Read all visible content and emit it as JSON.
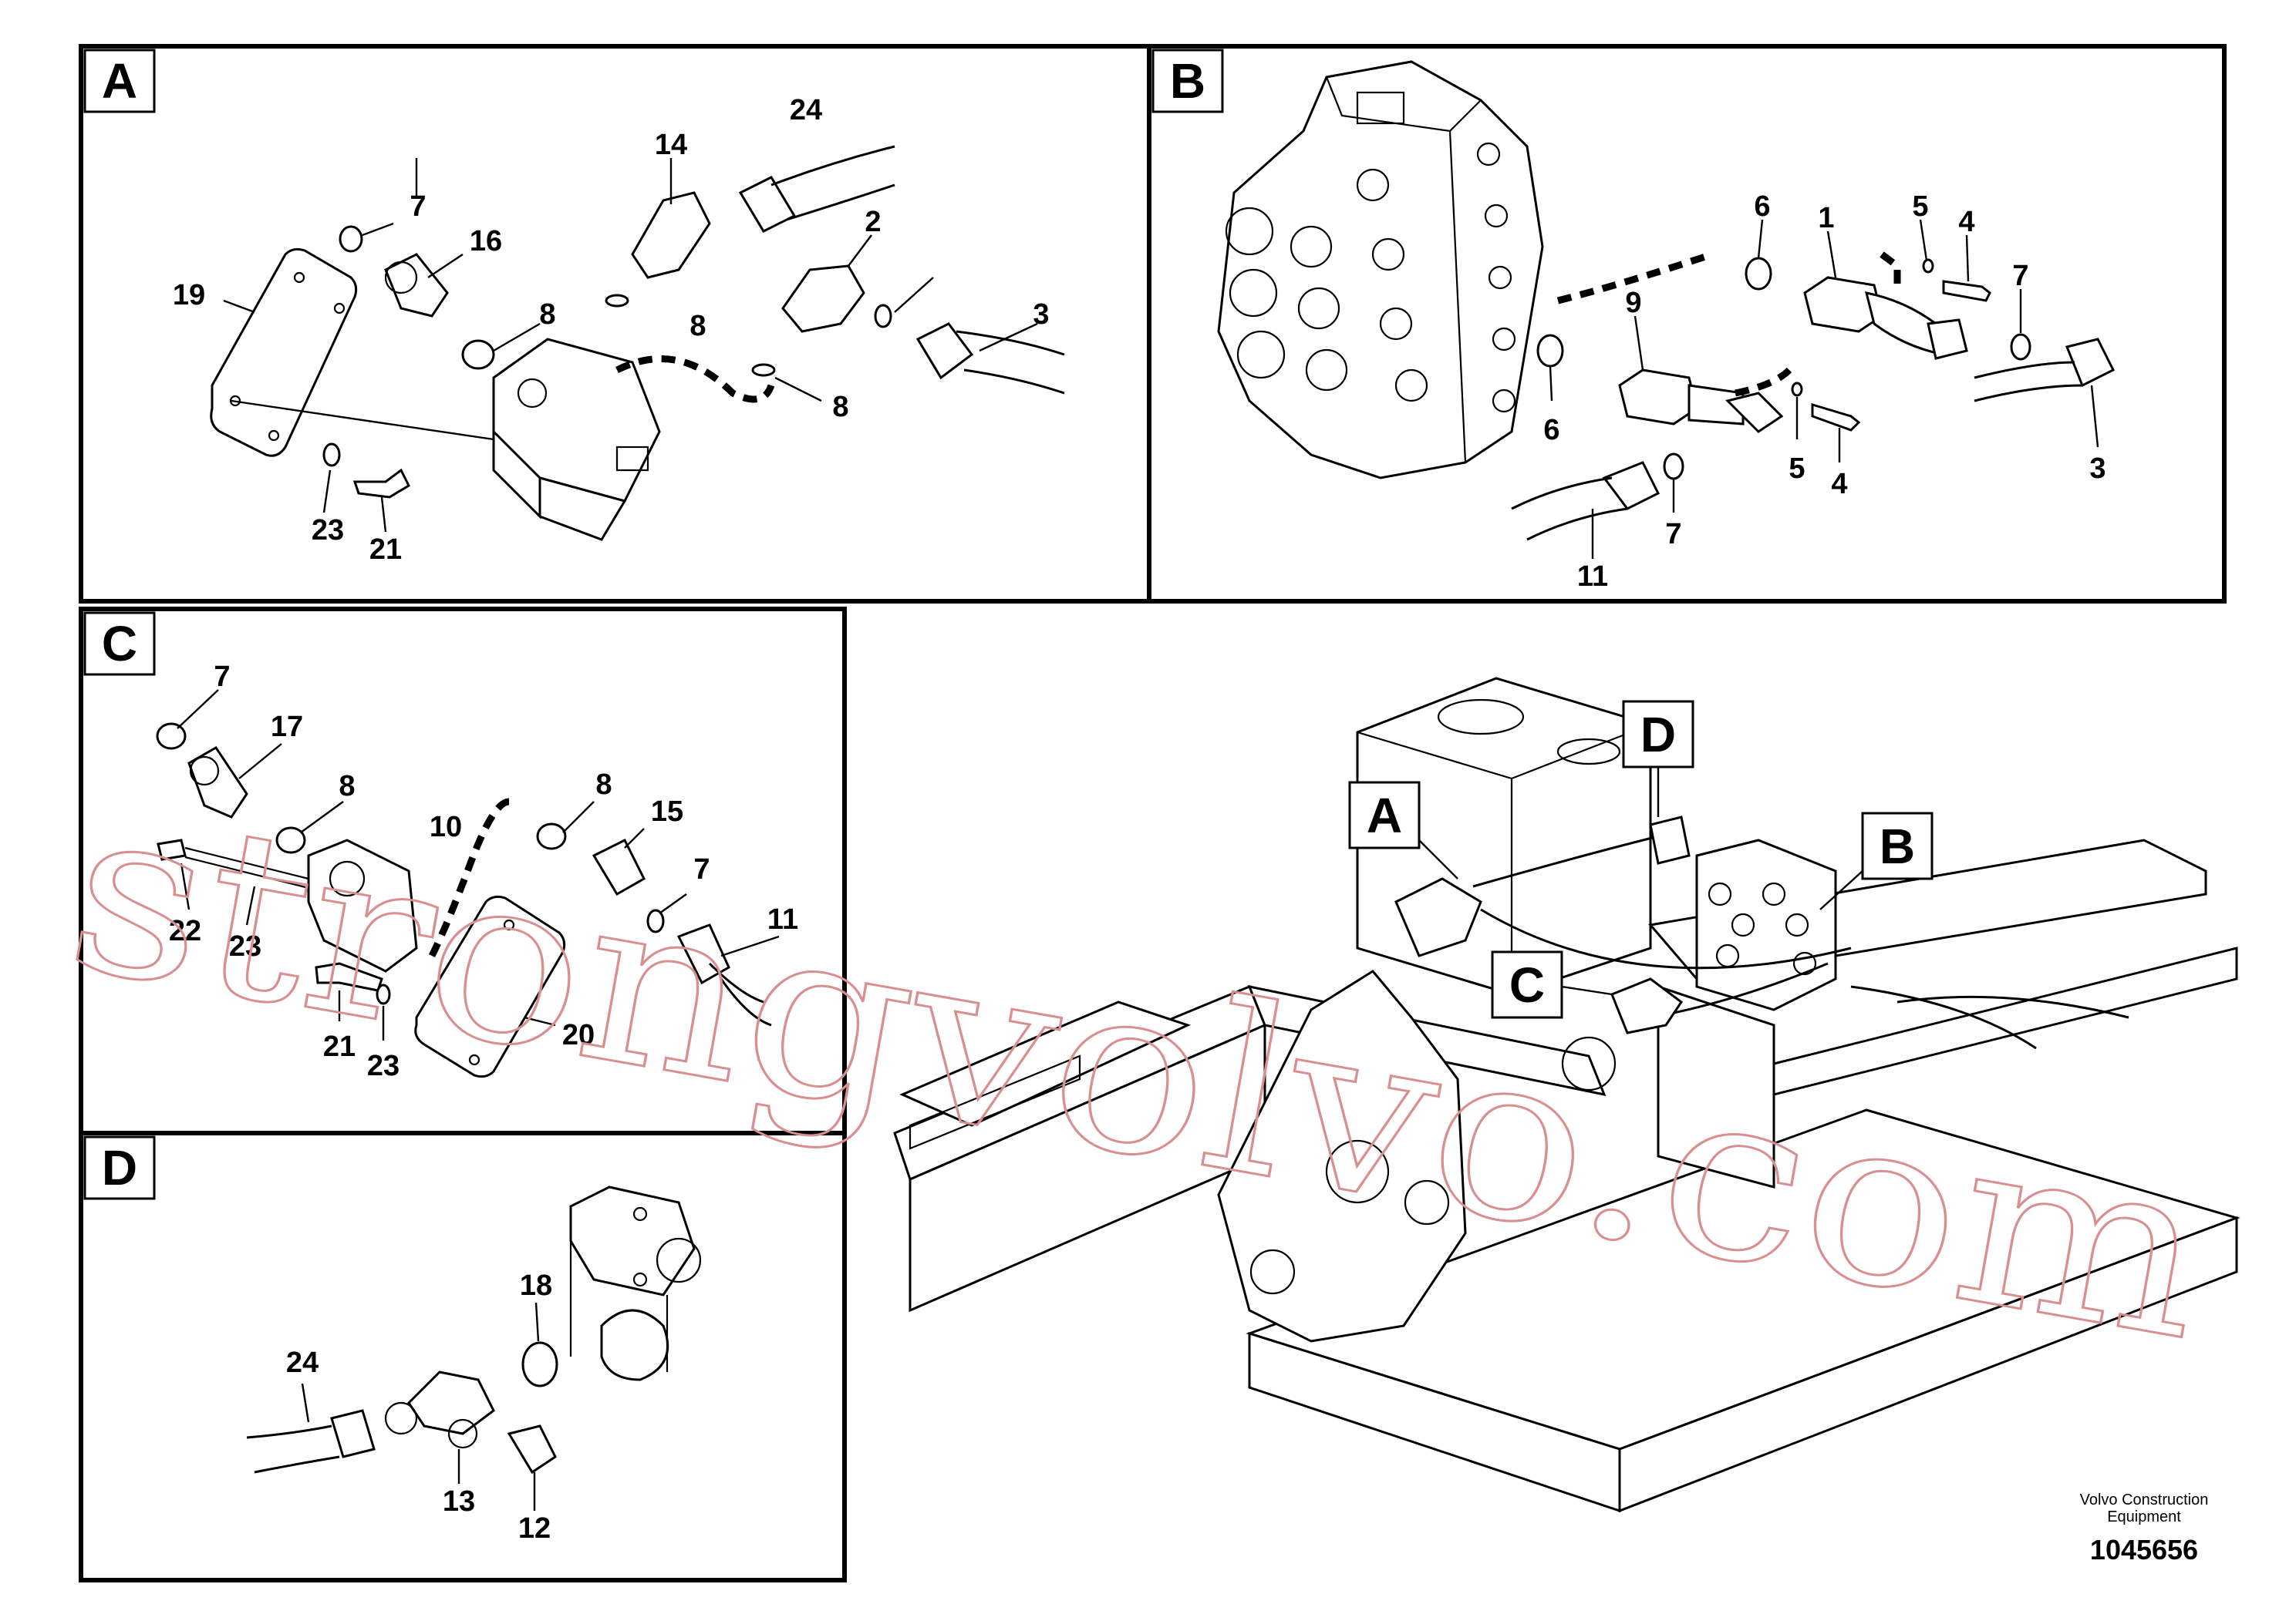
{
  "panels": {
    "A": {
      "tag": "A",
      "labels": [
        "24",
        "14",
        "2",
        "7",
        "16",
        "8",
        "19",
        "3",
        "8",
        "8",
        "23",
        "21"
      ]
    },
    "B": {
      "tag": "B",
      "labels": [
        "6",
        "1",
        "5",
        "4",
        "7",
        "9",
        "6",
        "5",
        "4",
        "3",
        "7",
        "11"
      ]
    },
    "C": {
      "tag": "C",
      "labels": [
        "7",
        "17",
        "8",
        "10",
        "8",
        "15",
        "22",
        "23",
        "7",
        "11",
        "21",
        "23",
        "20"
      ]
    },
    "D": {
      "tag": "D",
      "labels": [
        "18",
        "24",
        "13",
        "12"
      ]
    }
  },
  "overview": {
    "callouts": [
      "A",
      "B",
      "C",
      "D"
    ]
  },
  "caption": {
    "company_line1": "Volvo Construction",
    "company_line2": "Equipment",
    "drawing_number": "1045656"
  },
  "watermark": "strongvolvo.com"
}
